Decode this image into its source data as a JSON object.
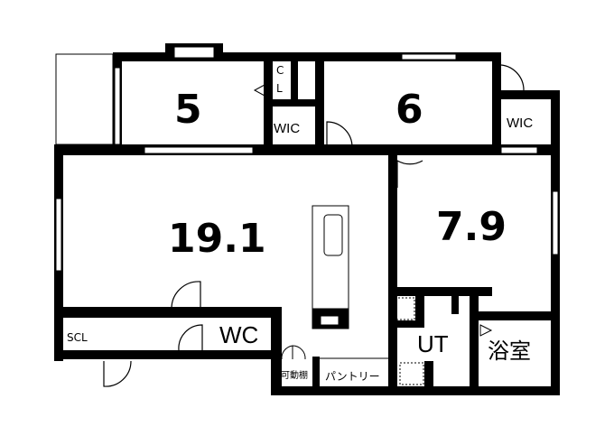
{
  "floor_plan": {
    "rooms": [
      {
        "id": "room-5",
        "label": "5",
        "type": "bedroom"
      },
      {
        "id": "room-6",
        "label": "6",
        "type": "bedroom"
      },
      {
        "id": "room-ldk",
        "label": "19.1",
        "type": "living-dining-kitchen"
      },
      {
        "id": "room-7-9",
        "label": "7.9",
        "type": "bedroom"
      },
      {
        "id": "cl",
        "label_line1": "C",
        "label_line2": "L",
        "type": "closet"
      },
      {
        "id": "wic-1",
        "label": "WIC",
        "type": "walk-in-closet"
      },
      {
        "id": "wic-2",
        "label": "WIC",
        "type": "walk-in-closet"
      },
      {
        "id": "scl",
        "label": "SCL",
        "type": "shoe-closet"
      },
      {
        "id": "wc",
        "label": "WC",
        "type": "toilet"
      },
      {
        "id": "ut",
        "label": "UT",
        "type": "utility"
      },
      {
        "id": "bath",
        "label": "浴室",
        "type": "bathroom"
      },
      {
        "id": "movable-shelf",
        "label": "可動棚",
        "type": "shelf"
      },
      {
        "id": "pantry",
        "label": "パントリー",
        "type": "pantry"
      }
    ],
    "colors": {
      "wall": "#000000",
      "background": "#ffffff",
      "window": "#ffffff"
    }
  }
}
